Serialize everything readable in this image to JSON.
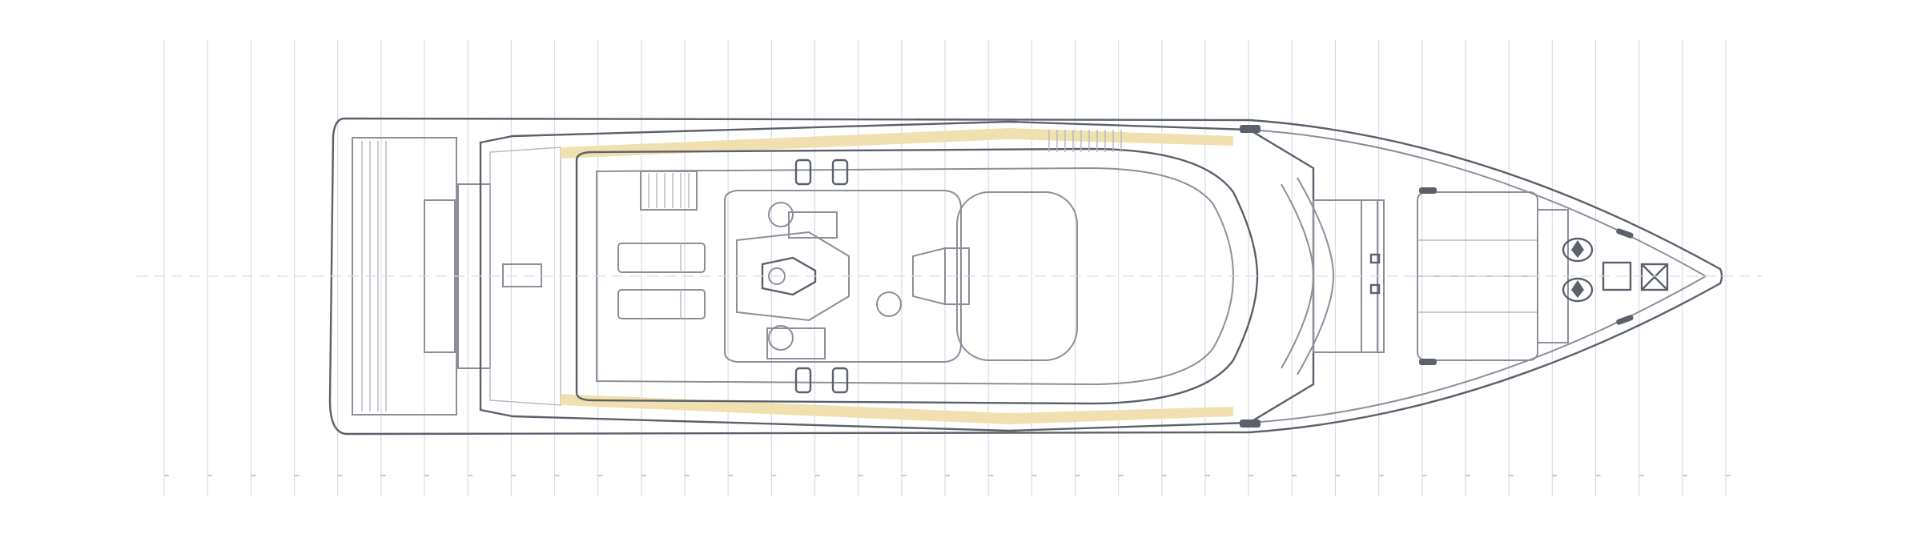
{
  "drawing": {
    "palette": {
      "background": "#ffffff",
      "grid": "#d9dce2",
      "deck_teak": "#f0e0b0",
      "hull_outline": "#5b606b",
      "structure_line": "#8a8f99",
      "fill": "#ffffff"
    },
    "frame_count": 37,
    "elements": {
      "hull": "hull-outline",
      "teak_deck": "teak-deck",
      "superstructure": "superstructure",
      "flybridge": "flybridge-deck",
      "helm": "helm-console",
      "sunpads": "sunpads",
      "sunbed": "forward-sunbed",
      "stairs": "stairs",
      "bow": "bow-foredeck",
      "logo": "bow-logo-emblem"
    }
  }
}
